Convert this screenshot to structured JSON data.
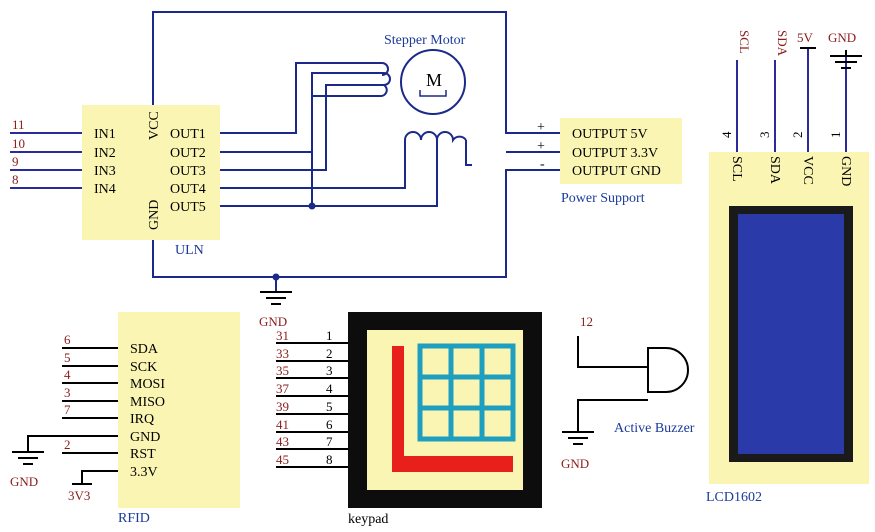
{
  "uln": {
    "name": "ULN",
    "vcc": "VCC",
    "gnd": "GND",
    "inputs": [
      "IN1",
      "IN2",
      "IN3",
      "IN4"
    ],
    "outputs": [
      "OUT1",
      "OUT2",
      "OUT3",
      "OUT4",
      "OUT5"
    ],
    "input_nets": [
      "11",
      "10",
      "9",
      "8"
    ]
  },
  "stepper": {
    "title": "Stepper Motor",
    "symbol": "M"
  },
  "power": {
    "name": "Power Support",
    "outputs": [
      "OUTPUT 5V",
      "OUTPUT 3.3V",
      "OUTPUT GND"
    ],
    "signs": [
      "+",
      "+",
      "-"
    ]
  },
  "lcd": {
    "name": "LCD1602",
    "pins": [
      "SCL",
      "SDA",
      "VCC",
      "GND"
    ],
    "pin_numbers": [
      "4",
      "3",
      "2",
      "1"
    ],
    "nets": [
      "SCL",
      "SDA",
      "5V",
      "GND"
    ]
  },
  "rfid": {
    "name": "RFID",
    "pins": [
      "SDA",
      "SCK",
      "MOSI",
      "MISO",
      "IRQ",
      "GND",
      "RST",
      "3.3V"
    ],
    "nets": [
      "6",
      "5",
      "4",
      "3",
      "7",
      "",
      "2",
      ""
    ],
    "gnd_label": "GND",
    "supply_label": "3V3"
  },
  "keypad": {
    "name": "keypad",
    "pin_numbers": [
      "1",
      "2",
      "3",
      "4",
      "5",
      "6",
      "7",
      "8"
    ],
    "nets": [
      "31",
      "33",
      "35",
      "37",
      "39",
      "41",
      "43",
      "45"
    ]
  },
  "buzzer": {
    "name": "Active Buzzer",
    "net": "12",
    "gnd_label": "GND"
  },
  "gnd_label": "GND",
  "colors": {
    "wire": "#1b2a8a",
    "chip_fill": "#fbf5b4",
    "lcd_screen": "#2a3aa8",
    "keypad_red": "#e8201c",
    "keypad_blue": "#1f9fbf",
    "net_label": "#8a1c1c"
  }
}
